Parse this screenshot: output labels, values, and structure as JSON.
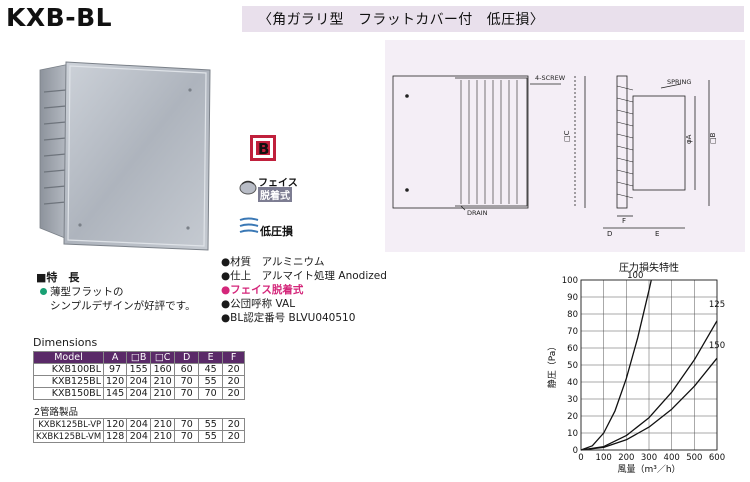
{
  "header": {
    "model": "KXB-BL",
    "subtitle": "〈角ガラリ型　フラットカバー付　低圧損〉"
  },
  "badges": {
    "bl_letter": "B",
    "face_line1": "フェイス",
    "face_line2": "脱着式",
    "low_pressure": "低圧損"
  },
  "drawing": {
    "labels": {
      "screw": "4-SCREW",
      "spring": "SPRING",
      "drain": "DRAIN",
      "c": "□C",
      "a": "φA",
      "b": "□B",
      "d": "D",
      "e": "E",
      "f": "F"
    }
  },
  "features": {
    "heading": "■特　長",
    "line1": "薄型フラットの",
    "line2": "シンプルデザインが好評です。"
  },
  "specs": [
    {
      "text": "●材質　アルミニウム",
      "highlight": false
    },
    {
      "text": "●仕上　アルマイト処理 Anodized",
      "highlight": false
    },
    {
      "text": "●フェイス脱着式",
      "highlight": true
    },
    {
      "text": "●公団呼称 VAL",
      "highlight": false
    },
    {
      "text": "●BL認定番号 BLVU040510",
      "highlight": false
    }
  ],
  "dimensions": {
    "heading": "Dimensions",
    "columns": [
      "Model",
      "A",
      "□B",
      "□C",
      "D",
      "E",
      "F"
    ],
    "rows": [
      [
        "KXB100BL",
        "97",
        "155",
        "160",
        "60",
        "45",
        "20"
      ],
      [
        "KXB125BL",
        "120",
        "204",
        "210",
        "70",
        "55",
        "20"
      ],
      [
        "KXB150BL",
        "145",
        "204",
        "210",
        "70",
        "70",
        "20"
      ]
    ],
    "sub_heading": "2管路製品",
    "sub_rows": [
      [
        "KXBK125BL-VP",
        "120",
        "204",
        "210",
        "70",
        "55",
        "20"
      ],
      [
        "KXBK125BL-VM",
        "128",
        "204",
        "210",
        "70",
        "55",
        "20"
      ]
    ]
  },
  "chart_data": {
    "type": "line",
    "title": "圧力損失特性",
    "xlabel": "風量（m³／h）",
    "ylabel": "静圧（Pa）",
    "xlim": [
      0,
      600
    ],
    "ylim": [
      0,
      100
    ],
    "xticks": [
      0,
      100,
      200,
      300,
      400,
      500,
      600
    ],
    "yticks": [
      0,
      10,
      20,
      30,
      40,
      50,
      60,
      70,
      80,
      90,
      100
    ],
    "grid": true,
    "series": [
      {
        "name": "100",
        "x": [
          0,
          50,
          100,
          150,
          200,
          250,
          300,
          310
        ],
        "y": [
          0,
          2.5,
          10,
          23,
          42,
          66,
          94,
          100
        ]
      },
      {
        "name": "125",
        "x": [
          0,
          100,
          200,
          300,
          400,
          500,
          600
        ],
        "y": [
          0,
          2,
          8.5,
          19,
          34,
          53,
          76
        ]
      },
      {
        "name": "150",
        "x": [
          0,
          100,
          200,
          300,
          400,
          500,
          600
        ],
        "y": [
          0,
          1.5,
          6,
          13.5,
          24,
          37.5,
          54
        ]
      }
    ]
  }
}
